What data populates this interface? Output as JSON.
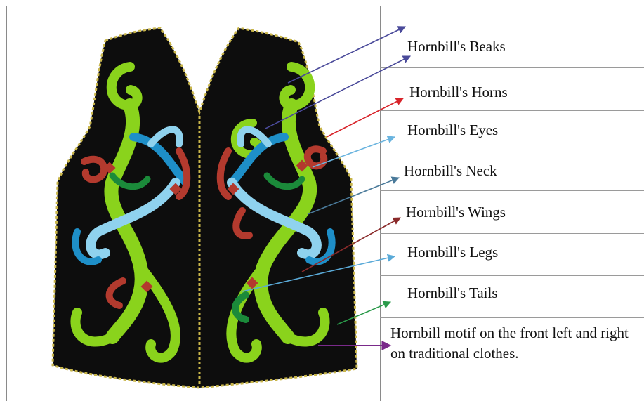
{
  "labels": {
    "beaks": "Hornbill's Beaks",
    "horns": "Hornbill's Horns",
    "eyes": "Hornbill's Eyes",
    "neck": "Hornbill's Neck",
    "wings": "Hornbill's Wings",
    "legs": "Hornbill's Legs",
    "tails": "Hornbill's Tails",
    "caption": "Hornbill motif on the front left and right on traditional clothes."
  },
  "colors": {
    "vest": "#0d0d0d",
    "motif_green": "#8ad31c",
    "motif_lightblue": "#8fd2ee",
    "motif_blue": "#1e8fc8",
    "motif_red": "#b33a2e",
    "motif_darkgreen": "#1b8a3a",
    "trim_gold": "#c9b64a",
    "arrow_beaks": "#4a4a9a",
    "arrow_horns": "#d8232a",
    "arrow_eyes": "#6ab4df",
    "arrow_neck": "#4a7a9a",
    "arrow_wings": "#8a2a2a",
    "arrow_legs": "#5aaad8",
    "arrow_tails": "#2a9a4a",
    "arrow_caption": "#7a2a8a"
  }
}
